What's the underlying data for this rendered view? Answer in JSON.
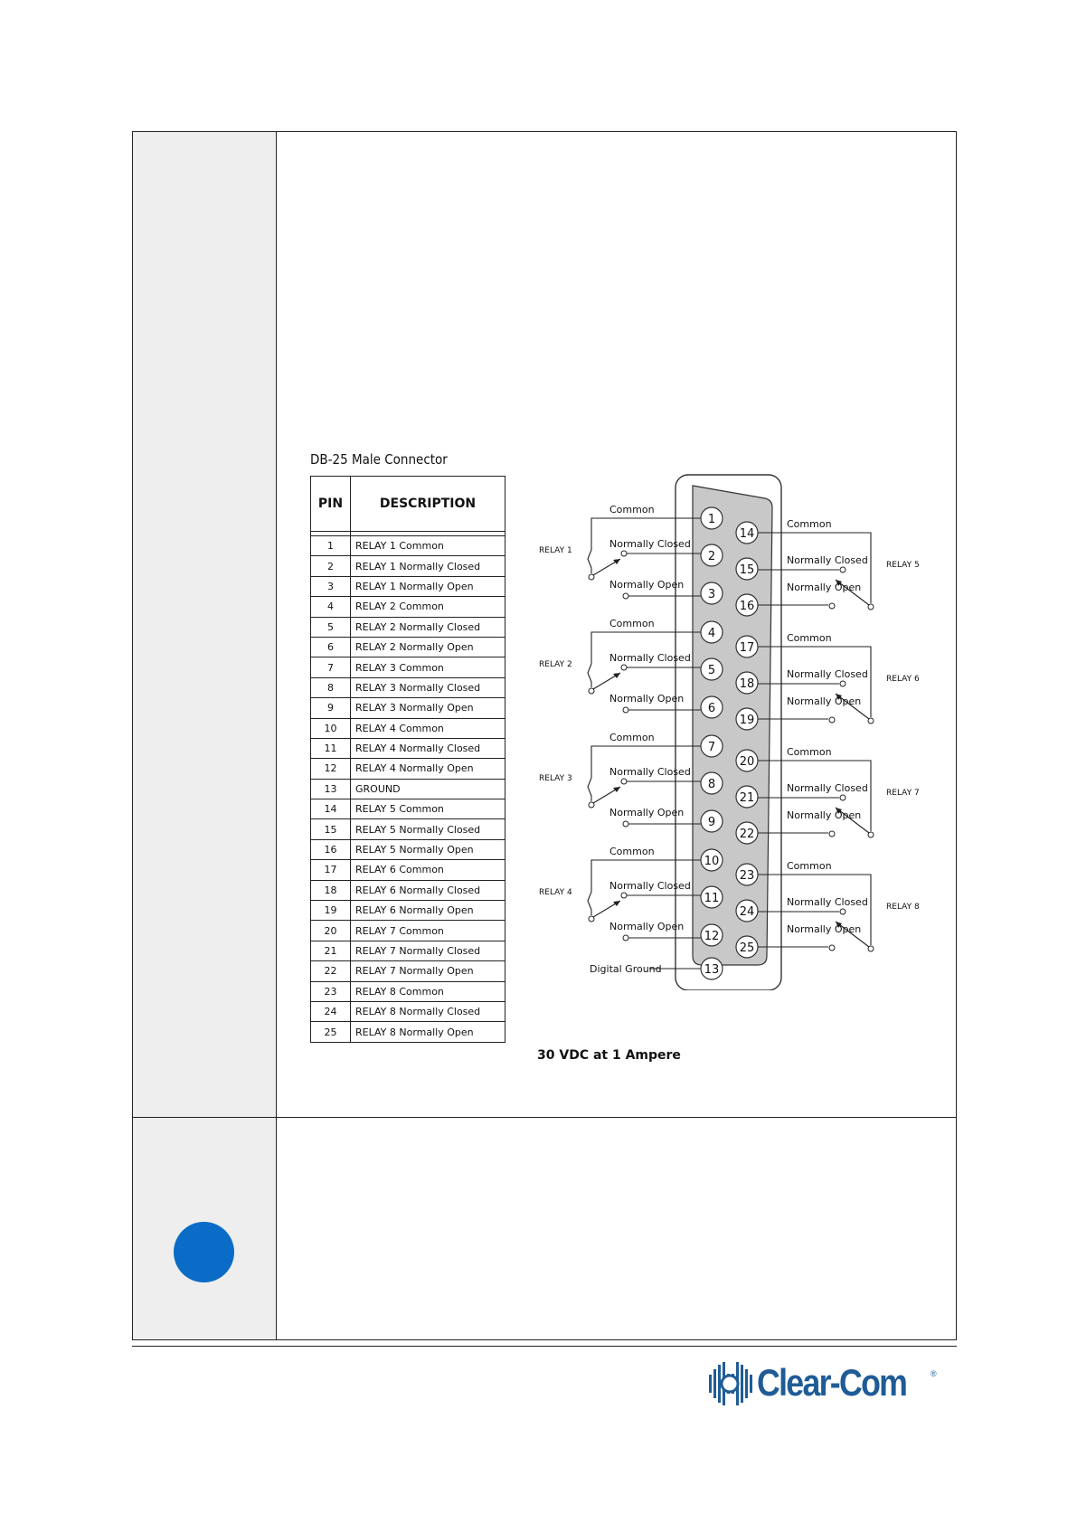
{
  "connector": {
    "title": "DB-25 Male Connector",
    "headers": {
      "pin": "PIN",
      "description": "DESCRIPTION"
    },
    "rows": [
      {
        "pin": "1",
        "desc": "RELAY 1 Common"
      },
      {
        "pin": "2",
        "desc": "RELAY 1 Normally Closed"
      },
      {
        "pin": "3",
        "desc": "RELAY 1 Normally Open"
      },
      {
        "pin": "4",
        "desc": "RELAY 2 Common"
      },
      {
        "pin": "5",
        "desc": "RELAY 2 Normally Closed"
      },
      {
        "pin": "6",
        "desc": "RELAY 2 Normally Open"
      },
      {
        "pin": "7",
        "desc": "RELAY 3 Common"
      },
      {
        "pin": "8",
        "desc": "RELAY 3 Normally Closed"
      },
      {
        "pin": "9",
        "desc": "RELAY 3 Normally Open"
      },
      {
        "pin": "10",
        "desc": "RELAY 4 Common"
      },
      {
        "pin": "11",
        "desc": "RELAY 4 Normally Closed"
      },
      {
        "pin": "12",
        "desc": "RELAY 4 Normally Open"
      },
      {
        "pin": "13",
        "desc": "GROUND"
      },
      {
        "pin": "14",
        "desc": "RELAY 5 Common"
      },
      {
        "pin": "15",
        "desc": "RELAY 5 Normally Closed"
      },
      {
        "pin": "16",
        "desc": "RELAY 5 Normally Open"
      },
      {
        "pin": "17",
        "desc": "RELAY 6 Common"
      },
      {
        "pin": "18",
        "desc": "RELAY 6 Normally Closed"
      },
      {
        "pin": "19",
        "desc": "RELAY 6 Normally Open"
      },
      {
        "pin": "20",
        "desc": "RELAY 7 Common"
      },
      {
        "pin": "21",
        "desc": "RELAY 7 Normally Closed"
      },
      {
        "pin": "22",
        "desc": "RELAY 7 Normally Open"
      },
      {
        "pin": "23",
        "desc": "RELAY 8 Common"
      },
      {
        "pin": "24",
        "desc": "RELAY 8 Normally Closed"
      },
      {
        "pin": "25",
        "desc": "RELAY 8 Normally Open"
      }
    ]
  },
  "diagram": {
    "labels": {
      "common": "Common",
      "normally_closed": "Normally Closed",
      "normally_open": "Normally Open",
      "digital_ground": "Digital Ground"
    },
    "relays_left": [
      {
        "name": "RELAY 1",
        "pins": [
          "1",
          "2",
          "3"
        ]
      },
      {
        "name": "RELAY 2",
        "pins": [
          "4",
          "5",
          "6"
        ]
      },
      {
        "name": "RELAY 3",
        "pins": [
          "7",
          "8",
          "9"
        ]
      },
      {
        "name": "RELAY 4",
        "pins": [
          "10",
          "11",
          "12"
        ]
      }
    ],
    "relays_right": [
      {
        "name": "RELAY 5",
        "pins": [
          "14",
          "15",
          "16"
        ]
      },
      {
        "name": "RELAY 6",
        "pins": [
          "17",
          "18",
          "19"
        ]
      },
      {
        "name": "RELAY 7",
        "pins": [
          "20",
          "21",
          "22"
        ]
      },
      {
        "name": "RELAY 8",
        "pins": [
          "23",
          "24",
          "25"
        ]
      }
    ],
    "ground_pin": "13",
    "rating": "30 VDC at 1 Ampere"
  },
  "footer": {
    "logo_text": "Clear-Com",
    "logo_mark": "®",
    "brand_color": "#1f5c97",
    "note_icon_color": "#0a6cc6"
  }
}
